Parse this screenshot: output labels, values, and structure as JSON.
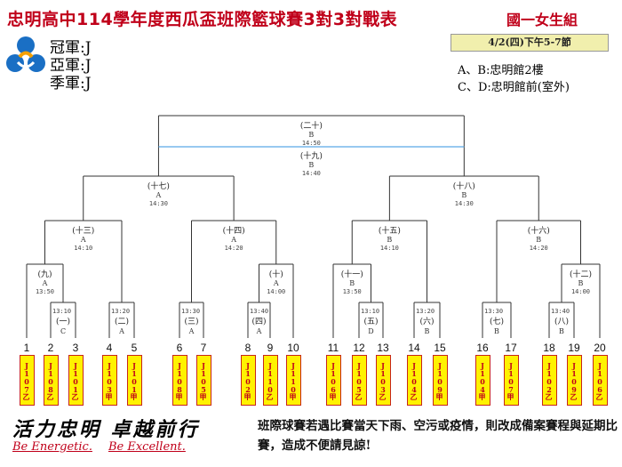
{
  "header": {
    "title": "忠明高中114學年度西瓜盃班際籃球賽3對3對戰表",
    "group": "國一女生組",
    "date_time": "4/2(四)下午5-7節"
  },
  "podium": {
    "champion": "冠軍:J",
    "runner_up": "亞軍:J",
    "third": "季軍:J"
  },
  "venues": {
    "ab": "A、B:忠明館2樓",
    "cd": "C、D:忠明館前(室外)"
  },
  "colors": {
    "title": "#c0001a",
    "team_box_fill": "#fff200",
    "team_box_border": "#c7261a",
    "date_box_fill": "#f1efad",
    "final_line": "#5aa9e6",
    "logo_blue": "#1a6fc4"
  },
  "logo_icon": "school-emblem-icon",
  "matches": [
    {
      "id": "m1",
      "name": "(一)",
      "court": "C",
      "time": "13:10"
    },
    {
      "id": "m2",
      "name": "(二)",
      "court": "A",
      "time": "13:20"
    },
    {
      "id": "m3",
      "name": "(三)",
      "court": "A",
      "time": "13:30"
    },
    {
      "id": "m4",
      "name": "(四)",
      "court": "A",
      "time": "13:40"
    },
    {
      "id": "m5",
      "name": "(五)",
      "court": "D",
      "time": "13:10"
    },
    {
      "id": "m6",
      "name": "(六)",
      "court": "B",
      "time": "13:20"
    },
    {
      "id": "m7",
      "name": "(七)",
      "court": "B",
      "time": "13:30"
    },
    {
      "id": "m8",
      "name": "(八)",
      "court": "B",
      "time": "13:40"
    },
    {
      "id": "m9",
      "name": "(九)",
      "court": "A",
      "time": "13:50"
    },
    {
      "id": "m10",
      "name": "(十)",
      "court": "A",
      "time": "14:00"
    },
    {
      "id": "m11",
      "name": "(十一)",
      "court": "B",
      "time": "13:50"
    },
    {
      "id": "m12",
      "name": "(十二)",
      "court": "B",
      "time": "14:00"
    },
    {
      "id": "m13",
      "name": "(十三)",
      "court": "A",
      "time": "14:10"
    },
    {
      "id": "m14",
      "name": "(十四)",
      "court": "A",
      "time": "14:20"
    },
    {
      "id": "m15",
      "name": "(十五)",
      "court": "B",
      "time": "14:10"
    },
    {
      "id": "m16",
      "name": "(十六)",
      "court": "B",
      "time": "14:20"
    },
    {
      "id": "m17",
      "name": "(十七)",
      "court": "A",
      "time": "14:30"
    },
    {
      "id": "m18",
      "name": "(十八)",
      "court": "B",
      "time": "14:30"
    },
    {
      "id": "m19",
      "name": "(十九)",
      "court": "B",
      "time": "14:40"
    },
    {
      "id": "m20",
      "name": "(二十)",
      "court": "B",
      "time": "14:50"
    }
  ],
  "slots": [
    {
      "number": "1",
      "team": "J107乙"
    },
    {
      "number": "2",
      "team": "J108乙"
    },
    {
      "number": "3",
      "team": "J101乙"
    },
    {
      "number": "4",
      "team": "J103甲"
    },
    {
      "number": "5",
      "team": "J101甲"
    },
    {
      "number": "6",
      "team": "J108甲"
    },
    {
      "number": "7",
      "team": "J105甲"
    },
    {
      "number": "8",
      "team": "J102甲"
    },
    {
      "number": "9",
      "team": "J110乙"
    },
    {
      "number": "10",
      "team": "J110甲"
    },
    {
      "number": "11",
      "team": "J106甲"
    },
    {
      "number": "12",
      "team": "J105乙"
    },
    {
      "number": "13",
      "team": "J103乙"
    },
    {
      "number": "14",
      "team": "J104乙"
    },
    {
      "number": "15",
      "team": "J109甲"
    },
    {
      "number": "16",
      "team": "J104甲"
    },
    {
      "number": "17",
      "team": "J107甲"
    },
    {
      "number": "18",
      "team": "J102乙"
    },
    {
      "number": "19",
      "team": "J109乙"
    },
    {
      "number": "20",
      "team": "J106乙"
    }
  ],
  "slogan": {
    "zh": "活力忠明  卓越前行",
    "en_1": "Be Energetic.",
    "en_2": "Be Excellent."
  },
  "notice": "班際球賽若遇比賽當天下雨、空污或疫情，則改成備案賽程與延期比賽，造成不便請見諒!"
}
